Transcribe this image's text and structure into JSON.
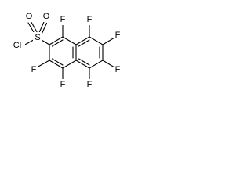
{
  "molecule": {
    "atoms": {
      "cl": "Cl",
      "s": "S",
      "o_top_left": "O",
      "o_top_right": "O",
      "f1": "F",
      "f8": "F",
      "f7": "F",
      "f6": "F",
      "f5": "F",
      "f4": "F",
      "f3": "F"
    }
  }
}
